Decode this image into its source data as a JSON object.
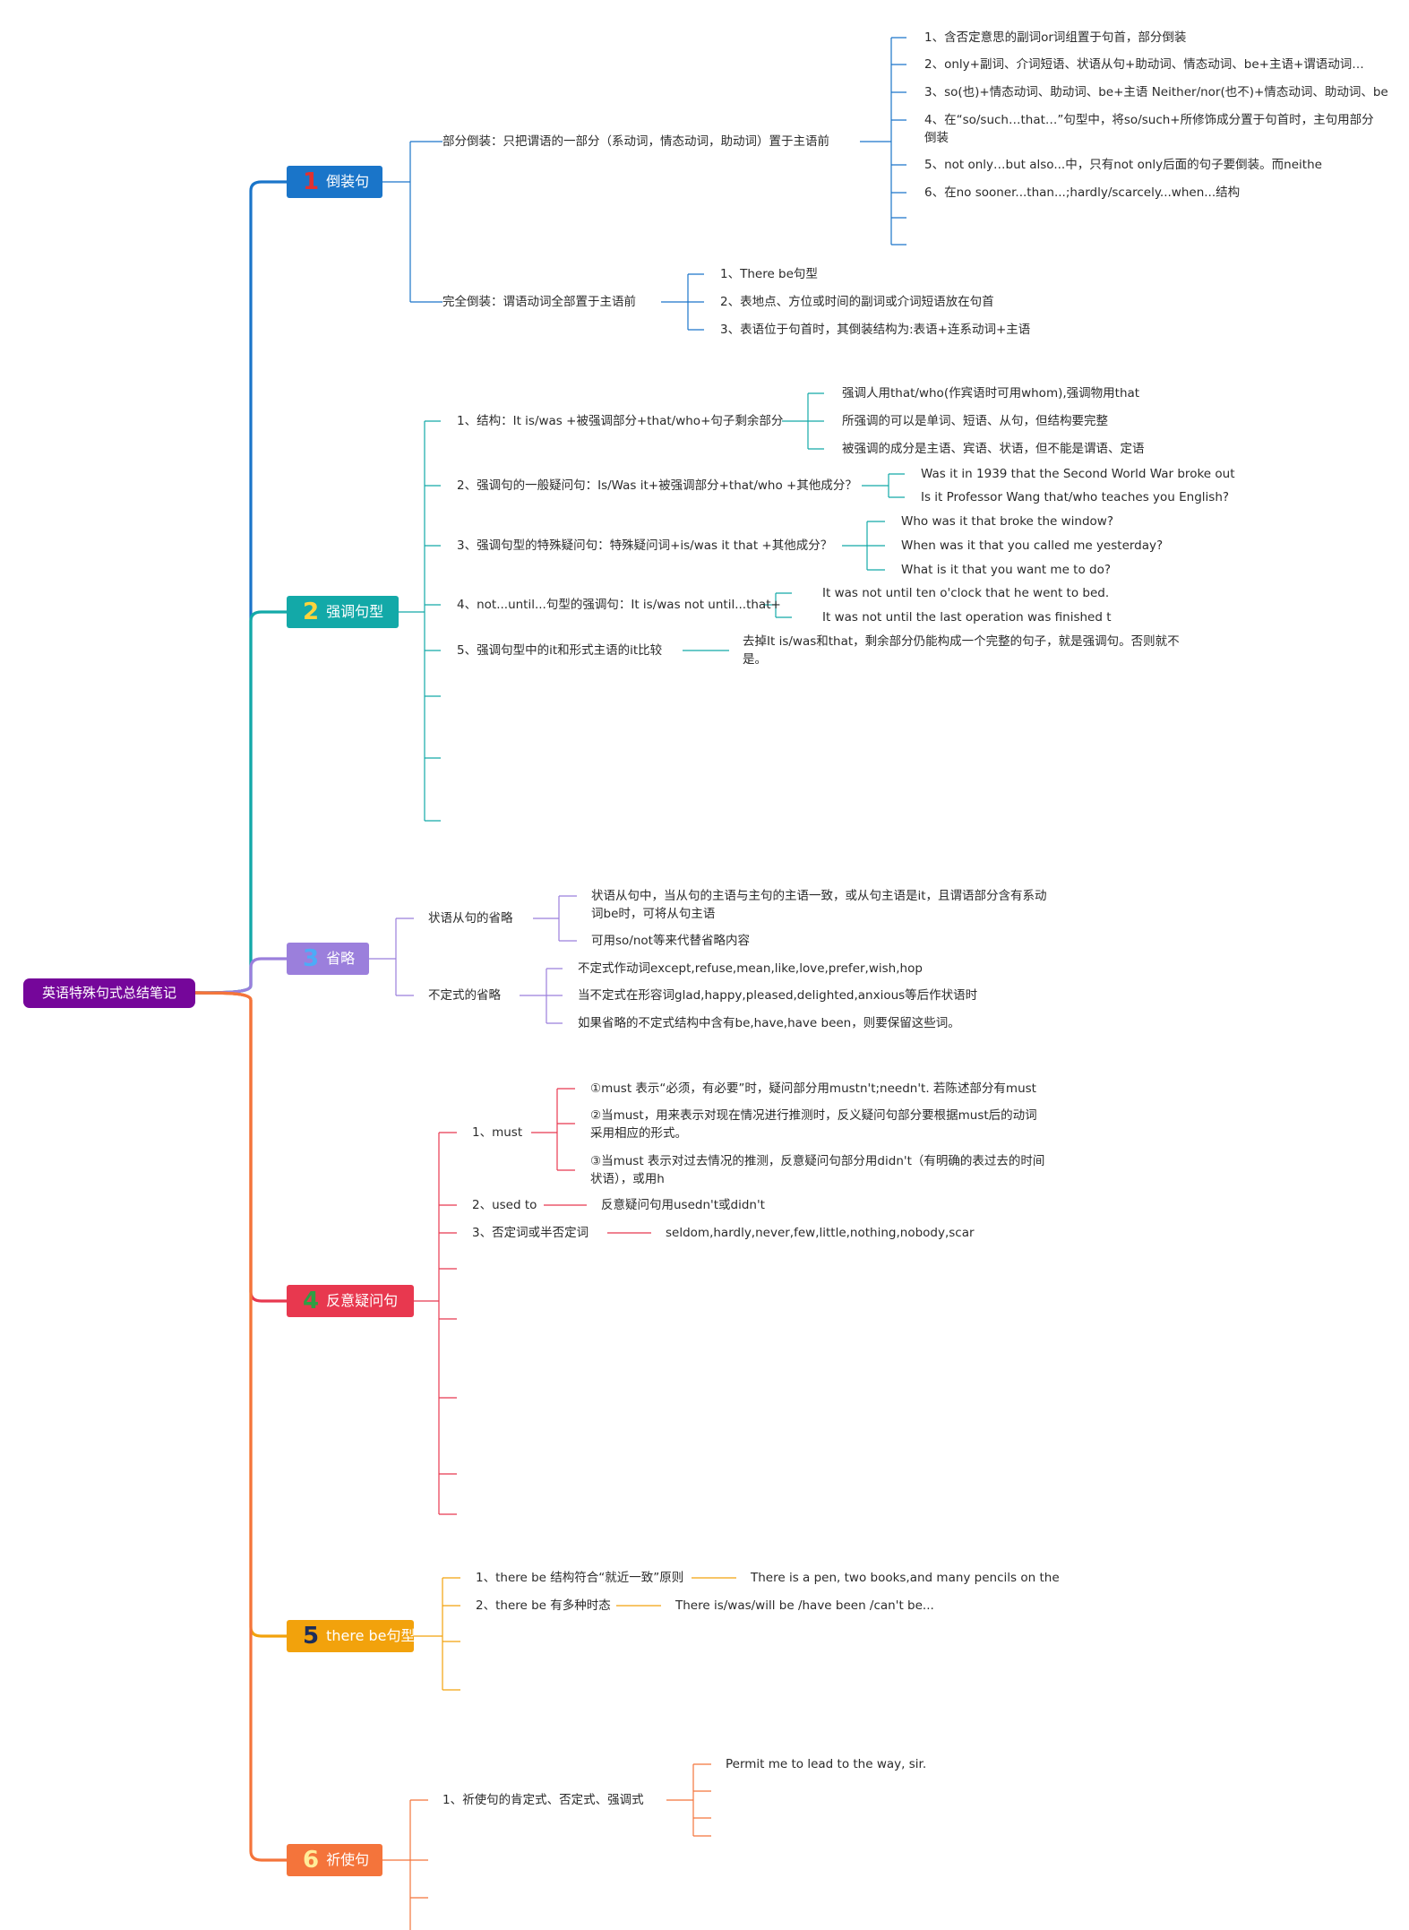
{
  "root": "英语特殊句式总结笔记",
  "branches": [
    {
      "num": "1",
      "label": "倒装句",
      "color": "#1a75c9",
      "num_color": "#e03131",
      "children": [
        {
          "label": "部分倒装：只把谓语的一部分（系动词，情态动词，助动词）置于主语前",
          "items": [
            "1、含否定意思的副词or词组置于句首，部分倒装",
            "2、only+副词、介词短语、状语从句+助动词、情态动词、be+主语+谓语动词…",
            "3、so(也)+情态动词、助动词、be+主语 Neither/nor(也不)+情态动词、助动词、be",
            "4、在“so/such…that…”句型中，将so/such+所修饰成分置于句首时，主句用部分倒装",
            "5、not only…but also...中，只有not only后面的句子要倒装。而neithe",
            "6、在no sooner...than...;hardly/scarcely...when...结构"
          ]
        },
        {
          "label": "完全倒装：谓语动词全部置于主语前",
          "items": [
            "1、There be句型",
            "2、表地点、方位或时间的副词或介词短语放在句首",
            "3、表语位于句首时，其倒装结构为:表语+连系动词+主语"
          ]
        }
      ]
    },
    {
      "num": "2",
      "label": "强调句型",
      "color": "#13a9a8",
      "num_color": "#ffd43b",
      "children": [
        {
          "label": "1、结构：It is/was +被强调部分+that/who+句子剩余部分",
          "items": [
            "强调人用that/who(作宾语时可用whom),强调物用that",
            "所强调的可以是单词、短语、从句，但结构要完整",
            "被强调的成分是主语、宾语、状语，但不能是谓语、定语"
          ]
        },
        {
          "label": "2、强调句的一般疑问句：Is/Was it+被强调部分+that/who +其他成分？",
          "items": [
            "Was it in 1939 that the Second World War broke out",
            "Is it Professor Wang that/who teaches you English?"
          ]
        },
        {
          "label": "3、强调句型的特殊疑问句：特殊疑问词+is/was it that +其他成分？",
          "items": [
            "Who was it that broke the window?",
            "When was it that you called me yesterday?",
            "What is it that you want me to do?"
          ]
        },
        {
          "label": "4、not...until...句型的强调句：It is/was not until...that+",
          "items": [
            "It was not until ten o'clock that he went to bed.",
            "It was not until the last operation was finished t"
          ]
        },
        {
          "label": "5、强调句型中的it和形式主语的it比较",
          "items": [
            "去掉It is/was和that，剩余部分仍能构成一个完整的句子，就是强调句。否则就不是。"
          ]
        }
      ]
    },
    {
      "num": "3",
      "label": "省略",
      "color": "#9b7fdc",
      "num_color": "#4dabf7",
      "children": [
        {
          "label": "状语从句的省略",
          "items": [
            "状语从句中，当从句的主语与主句的主语一致，或从句主语是it，且谓语部分含有系动词be时，可将从句主语",
            "可用so/not等来代替省略内容"
          ]
        },
        {
          "label": "不定式的省略",
          "items": [
            "不定式作动词except,refuse,mean,like,love,prefer,wish,hop",
            "当不定式在形容词glad,happy,pleased,delighted,anxious等后作状语时",
            "如果省略的不定式结构中含有be,have,have been，则要保留这些词。"
          ]
        }
      ]
    },
    {
      "num": "4",
      "label": "反意疑问句",
      "color": "#e8384f",
      "num_color": "#2f9e44",
      "children": [
        {
          "label": "1、must",
          "items": [
            "①must 表示“必须，有必要”时，疑问部分用mustn't;needn't. 若陈述部分有must",
            "②当must，用来表示对现在情况进行推测时，反义疑问句部分要根据must后的动词采用相应的形式。",
            "③当must 表示对过去情况的推测，反意疑问句部分用didn't（有明确的表过去的时间状语），或用h"
          ]
        },
        {
          "label": "2、used to",
          "items": [
            "反意疑问句用usedn't或didn't"
          ]
        },
        {
          "label": "3、否定词或半否定词",
          "items": [
            "seldom,hardly,never,few,little,nothing,nobody,scar"
          ]
        }
      ]
    },
    {
      "num": "5",
      "label": "there be句型",
      "color": "#f2a20c",
      "num_color": "#1c2d5a",
      "children": [
        {
          "label": "1、there be 结构符合“就近一致”原则",
          "items": [
            "There is a pen, two books,and many pencils on the"
          ]
        },
        {
          "label": "2、there be 有多种时态",
          "items": [
            "There is/was/will be /have been /can't be..."
          ]
        }
      ]
    },
    {
      "num": "6",
      "label": "祈使句",
      "color": "#f4743b",
      "num_color": "#ffec99",
      "children": [
        {
          "label": "1、祈使句的肯定式、否定式、强调式",
          "items": [
            "Permit me to lead to the way, sir."
          ]
        }
      ]
    }
  ]
}
